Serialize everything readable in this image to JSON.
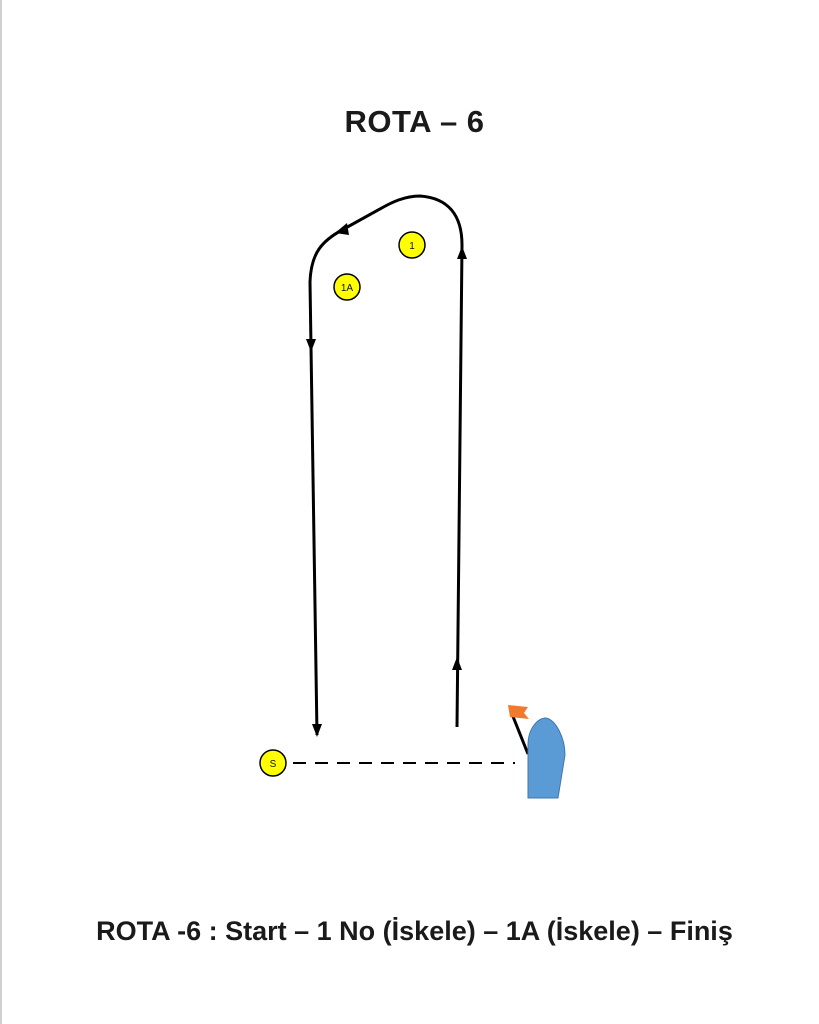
{
  "title": "ROTA – 6",
  "caption": "ROTA -6 : Start – 1 No (İskele) – 1A (İskele) – Finiş",
  "marks": [
    {
      "id": "1",
      "label": "1"
    },
    {
      "id": "1A",
      "label": "1A"
    },
    {
      "id": "S",
      "label": "S"
    }
  ],
  "colors": {
    "mark_fill": "#ffff00",
    "boat_fill": "#5b9bd5",
    "flag_fill": "#f07b2c",
    "line": "#000000"
  },
  "icons": {
    "boat": "committee-boat-icon",
    "flag": "orange-flag-icon"
  }
}
